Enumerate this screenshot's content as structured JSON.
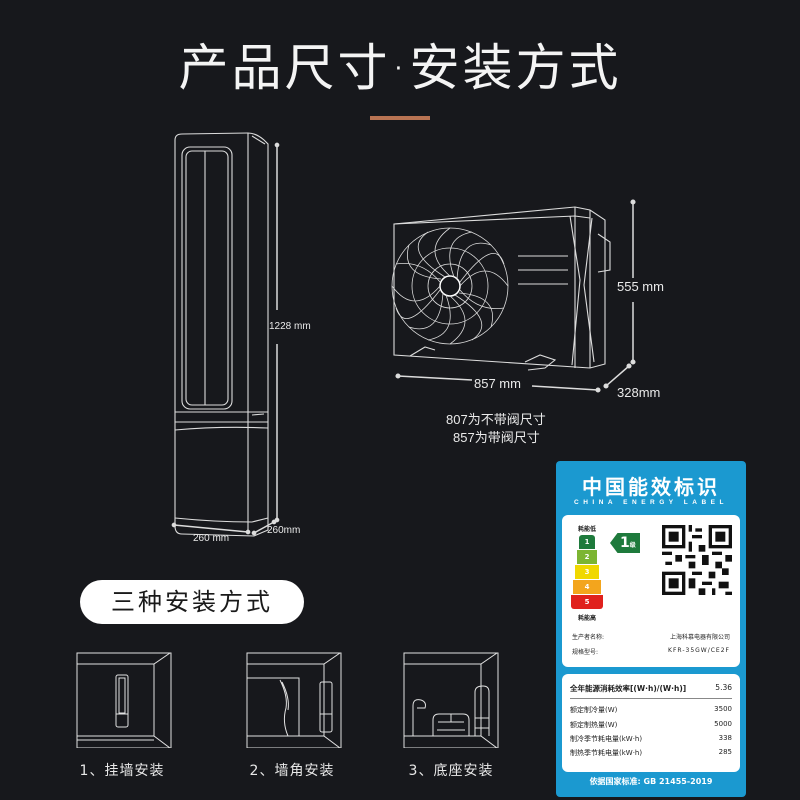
{
  "header": {
    "title": "产品尺寸·安装方式",
    "accent_color": "#b87352"
  },
  "indoor_unit": {
    "height": "1228 mm",
    "width": "260 mm",
    "depth": "260mm"
  },
  "outdoor_unit": {
    "height": "555 mm",
    "width": "857 mm",
    "depth": "328mm",
    "note_line1": "807为不带阀尺寸",
    "note_line2": "857为带阀尺寸"
  },
  "installation": {
    "section_title": "三种安装方式",
    "methods": [
      {
        "label": "1、挂墙安装",
        "icon": "wall-mount-icon"
      },
      {
        "label": "2、墙角安装",
        "icon": "corner-mount-icon"
      },
      {
        "label": "3、底座安装",
        "icon": "floor-mount-icon"
      }
    ]
  },
  "energy_label": {
    "title": "中国能效标识",
    "subtitle": "CHINA ENERGY LABEL",
    "low_consumption": "耗能低",
    "high_consumption": "耗能高",
    "grades": [
      "1",
      "2",
      "3",
      "4",
      "5"
    ],
    "grade_colors": [
      "#1e7a3c",
      "#7cb532",
      "#f0d800",
      "#f3a51d",
      "#e0211d"
    ],
    "current_grade": "1",
    "current_grade_suffix": "级",
    "manufacturer_label": "生产者名称:",
    "manufacturer_value": "上海科慕电器有限公司",
    "model_label": "规格型号:",
    "model_value": "KFR-35GW/CE2F",
    "specs": [
      {
        "label": "全年能源消耗效率[(W·h)/(W·h)]",
        "value": "5.36"
      },
      {
        "label": "额定制冷量(W)",
        "value": "3500"
      },
      {
        "label": "额定制热量(W)",
        "value": "5000"
      },
      {
        "label": "制冷季节耗电量(kW·h)",
        "value": "338"
      },
      {
        "label": "制热季节耗电量(kW·h)",
        "value": "285"
      }
    ],
    "standard": "依据国家标准: GB 21455-2019",
    "bg_color": "#1b99d0"
  }
}
